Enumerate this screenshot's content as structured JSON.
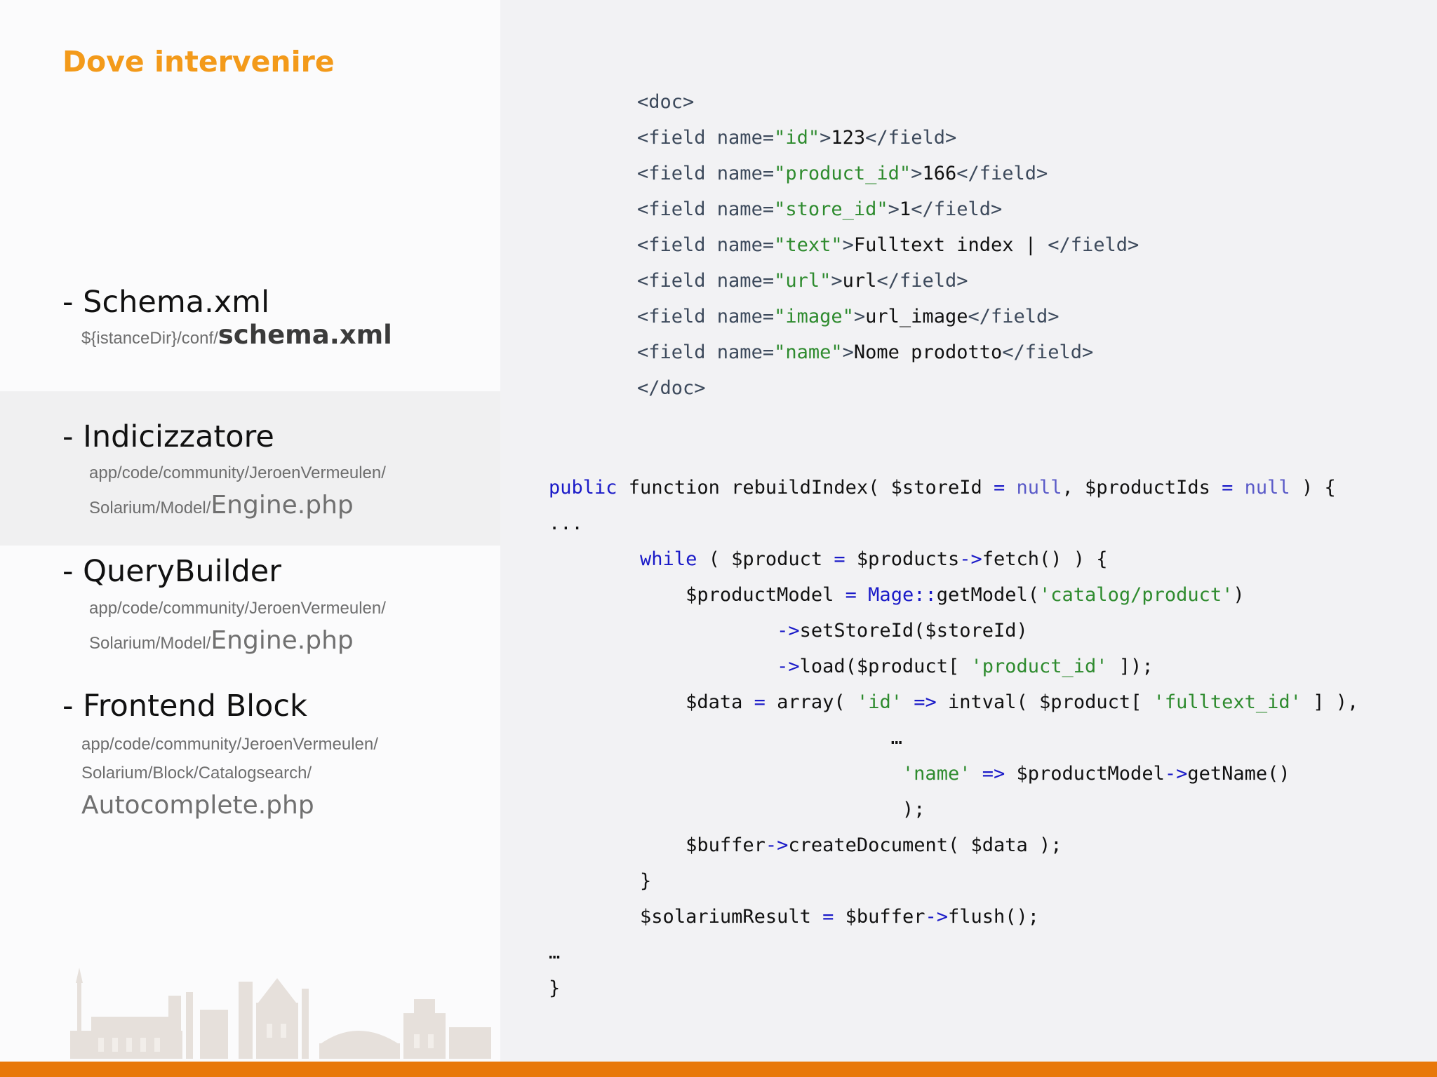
{
  "title": "Dove intervenire",
  "sections": [
    {
      "heading": "- Schema.xml",
      "path_prefix": "${istanceDir}/conf/",
      "path_file": "schema.xml"
    },
    {
      "heading": "- Indicizzatore",
      "path_line1": "app/code/community/JeroenVermeulen/",
      "path_prefix": "Solarium/Model/",
      "path_file": "Engine.php"
    },
    {
      "heading": "- QueryBuilder",
      "path_line1": "app/code/community/JeroenVermeulen/",
      "path_prefix": "Solarium/Model/",
      "path_file": "Engine.php"
    },
    {
      "heading": "- Frontend Block",
      "path_line1": "app/code/community/JeroenVermeulen/",
      "path_line2": "Solarium/Block/Catalogsearch/",
      "path_file": "Autocomplete.php"
    }
  ],
  "xml_lines": [
    {
      "open": "<doc>"
    },
    {
      "name": "id",
      "value": "123"
    },
    {
      "name": "product_id",
      "value": "166"
    },
    {
      "name": "store_id",
      "value": "1"
    },
    {
      "name": "text",
      "value": "Fulltext index | "
    },
    {
      "name": "url",
      "value": "url"
    },
    {
      "name": "image",
      "value": "url_image"
    },
    {
      "name": "name",
      "value": "Nome prodotto"
    },
    {
      "close": "</doc>"
    }
  ],
  "code": {
    "l1_kw": "public",
    "l1_rest": " function rebuildIndex( $storeId ",
    "l1_null1": "null",
    "l1_mid": ", $productIds ",
    "l1_null2": "null",
    "l1_end": " ) {",
    "dots1": "...",
    "l3_kw": "while",
    "l3_a": " ( $product ",
    "l3_b": " $products",
    "l3_c": "fetch() ) {",
    "l4_a": "$productModel ",
    "l4_b": " Mage",
    "l4_c": "getModel(",
    "l4_str": "'catalog/product'",
    "l4_d": ")",
    "l5": "setStoreId($storeId)",
    "l6_a": "load($product[ ",
    "l6_str": "'product_id'",
    "l6_b": " ]);",
    "l7_a": "$data ",
    "l7_b": " array( ",
    "l7_str1": "'id'",
    "l7_c": " intval( $product[ ",
    "l7_str2": "'fulltext_id'",
    "l7_d": " ] ),",
    "dots2": "…",
    "l9_str": "'name'",
    "l9_b": " $productModel",
    "l9_c": "getName()",
    "l10": ");",
    "l11_a": "$buffer",
    "l11_b": "createDocument( $data );",
    "l12": "}",
    "l13_a": "$solariumResult ",
    "l13_b": " $buffer",
    "l13_c": "flush();",
    "dots3": "…",
    "l15": "}"
  },
  "colors": {
    "accent": "#f39a1a",
    "bottom_bar": "#e8780a",
    "string": "#2e8b2e",
    "keyword": "#1a1ac8"
  }
}
